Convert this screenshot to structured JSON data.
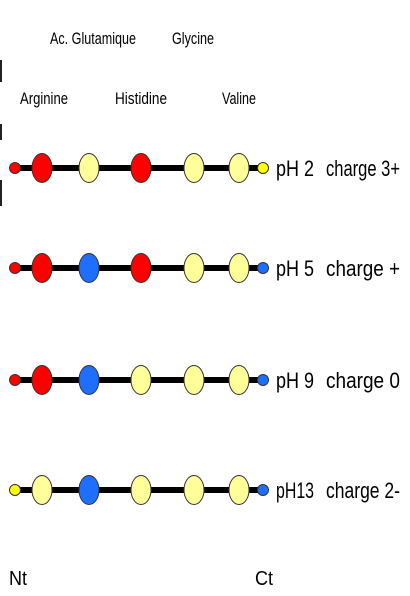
{
  "colors": {
    "red": "#ff0000",
    "yellow": "#ffff99",
    "blue": "#1f6fff",
    "end_yellow": "#ffff00",
    "chain": "#000000",
    "outline": "#333333"
  },
  "top_labels": {
    "row1": [
      "Ac. Glutamique",
      "Glycine"
    ],
    "row2": [
      "Arginine",
      "Histidine",
      "Valine"
    ]
  },
  "rows": [
    {
      "nt": "red",
      "residues": [
        "red",
        "yellow",
        "red",
        "yellow",
        "yellow"
      ],
      "ct": "end_yellow",
      "ph": "pH 2",
      "charge": "charge 3+"
    },
    {
      "nt": "red",
      "residues": [
        "red",
        "blue",
        "red",
        "yellow",
        "yellow"
      ],
      "ct": "blue",
      "ph": "pH 5",
      "charge": "charge +"
    },
    {
      "nt": "red",
      "residues": [
        "red",
        "blue",
        "yellow",
        "yellow",
        "yellow"
      ],
      "ct": "blue",
      "ph": "pH 9",
      "charge": "charge 0"
    },
    {
      "nt": "end_yellow",
      "residues": [
        "yellow",
        "blue",
        "yellow",
        "yellow",
        "yellow"
      ],
      "ct": "blue",
      "ph": "pH13",
      "charge": "charge 2-"
    }
  ],
  "terminals": {
    "nt": "Nt",
    "ct": "Ct"
  }
}
